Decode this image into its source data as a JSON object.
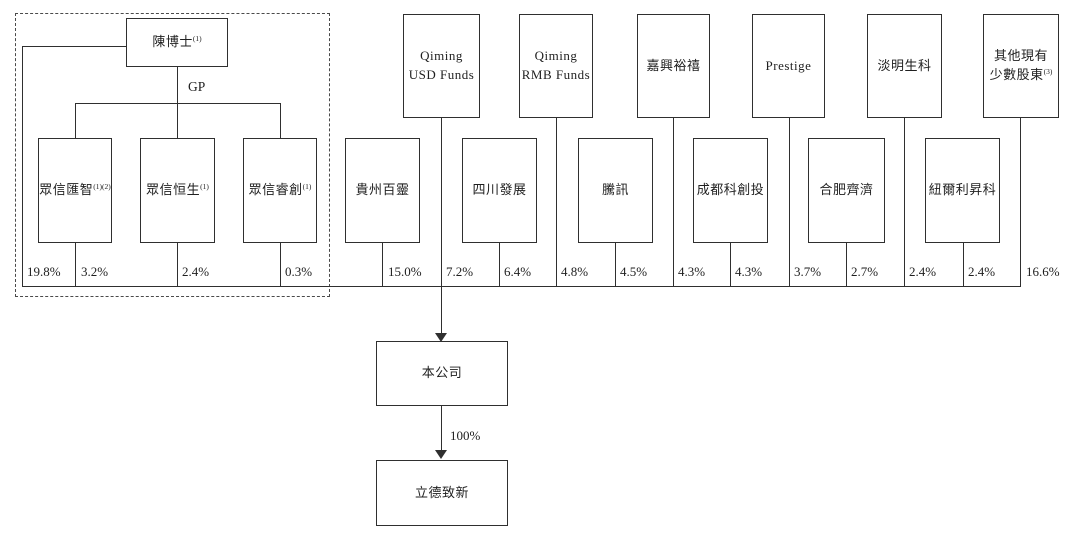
{
  "diagram_type": "shareholding-structure",
  "founder_group": {
    "founder": {
      "name": "陳博士",
      "note": "(1)"
    },
    "gp_label": "GP",
    "direct_percent": "19.8%",
    "members": [
      {
        "name": "眾信匯智",
        "note": "(1)(2)",
        "percent": "3.2%"
      },
      {
        "name": "眾信恒生",
        "note": "(1)",
        "percent": "2.4%"
      },
      {
        "name": "眾信睿創",
        "note": "(1)",
        "percent": "0.3%"
      }
    ]
  },
  "upper_row_shareholders": [
    {
      "name_line1": "Qiming",
      "name_line2": "USD Funds",
      "note": "",
      "percent": "7.2%"
    },
    {
      "name_line1": "Qiming",
      "name_line2": "RMB Funds",
      "note": "",
      "percent": "4.8%"
    },
    {
      "name": "嘉興裕禧",
      "percent": "4.3%"
    },
    {
      "name": "Prestige",
      "percent": "3.7%"
    },
    {
      "name": "淡明生科",
      "percent": "2.4%"
    },
    {
      "name_line1": "其他現有",
      "name_line2": "少數股東",
      "note": "(3)",
      "percent": "16.6%"
    }
  ],
  "lower_row_shareholders": [
    {
      "name": "貴州百靈",
      "percent": "15.0%"
    },
    {
      "name": "四川發展",
      "percent": "6.4%"
    },
    {
      "name": "騰訊",
      "percent": "4.5%"
    },
    {
      "name": "成都科創投",
      "percent": "4.3%"
    },
    {
      "name": "合肥齊濟",
      "percent": "2.7%"
    },
    {
      "name": "紐爾利昇科",
      "percent": "2.4%"
    }
  ],
  "company": {
    "name": "本公司"
  },
  "subsidiary": {
    "name": "立德致新",
    "ownership_percent": "100%"
  },
  "colors": {
    "line": "#2f2f2f",
    "dashed_outline": "#4a4a4a",
    "text": "#1f1f1f",
    "background": "#ffffff"
  }
}
